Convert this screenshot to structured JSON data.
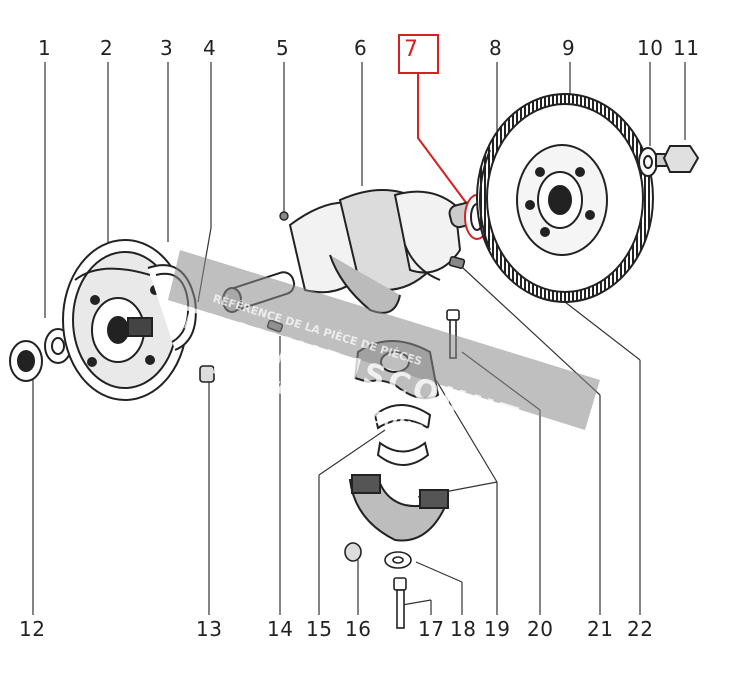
{
  "labels": {
    "n1": "1",
    "n2": "2",
    "n3": "3",
    "n4": "4",
    "n5": "5",
    "n6": "6",
    "n7": "7",
    "n8": "8",
    "n9": "9",
    "n10": "10",
    "n11": "11",
    "n12": "12",
    "n13": "13",
    "n14": "14",
    "n15": "15",
    "n16": "16",
    "n17": "17",
    "n18": "18",
    "n19": "19",
    "n20": "20",
    "n21": "21",
    "n22": "22"
  },
  "watermark": {
    "brand": "TECHNIDISCOUNT",
    "tagline1": "RÉFÉRENCE DE LA PIÈCE DE PIÈCES",
    "tagline2": "DÉTACHÉES MOTEUR BRETAGNE",
    "url": "WWW.TECHNIDISCOUNT.COM"
  },
  "colors": {
    "highlight": "#d32222",
    "line": "#222222",
    "watermark_band": "#8a8a8a"
  }
}
